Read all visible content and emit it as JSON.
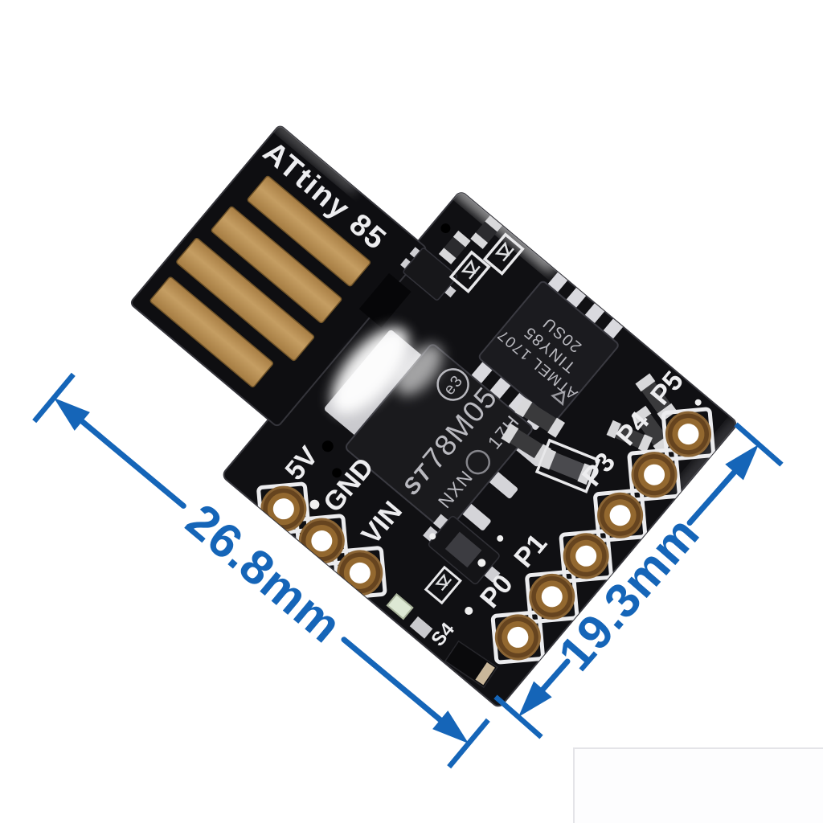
{
  "photo": {
    "subject": "ATtiny85 Digispark-style USB development board, tilted product photo with dimension callouts",
    "background": "#ffffff"
  },
  "board": {
    "silkscreen_title": "ATtiny 85",
    "pcb_color": "#101013",
    "silkscreen_color": "#ededef",
    "gold_color": "#b88f55",
    "usb_fingers": 4,
    "left_pins": {
      "labels": [
        "5V",
        "GND",
        "VIN"
      ]
    },
    "right_pins": {
      "labels": [
        "P5",
        "P4",
        "P3",
        "P1",
        "P0"
      ]
    },
    "misc_label": "S4"
  },
  "ics": {
    "regulator": {
      "brand": "ST",
      "part": "78M05",
      "mark": "e3",
      "lot": "NXN",
      "date": "17H"
    },
    "mcu": {
      "brand_line": "ATMEL 1707",
      "part_line": "TINY85",
      "pkg_line": "20SU"
    }
  },
  "annotations": {
    "length": "26.8mm",
    "width": "19.3mm",
    "color": "#1565b8"
  }
}
